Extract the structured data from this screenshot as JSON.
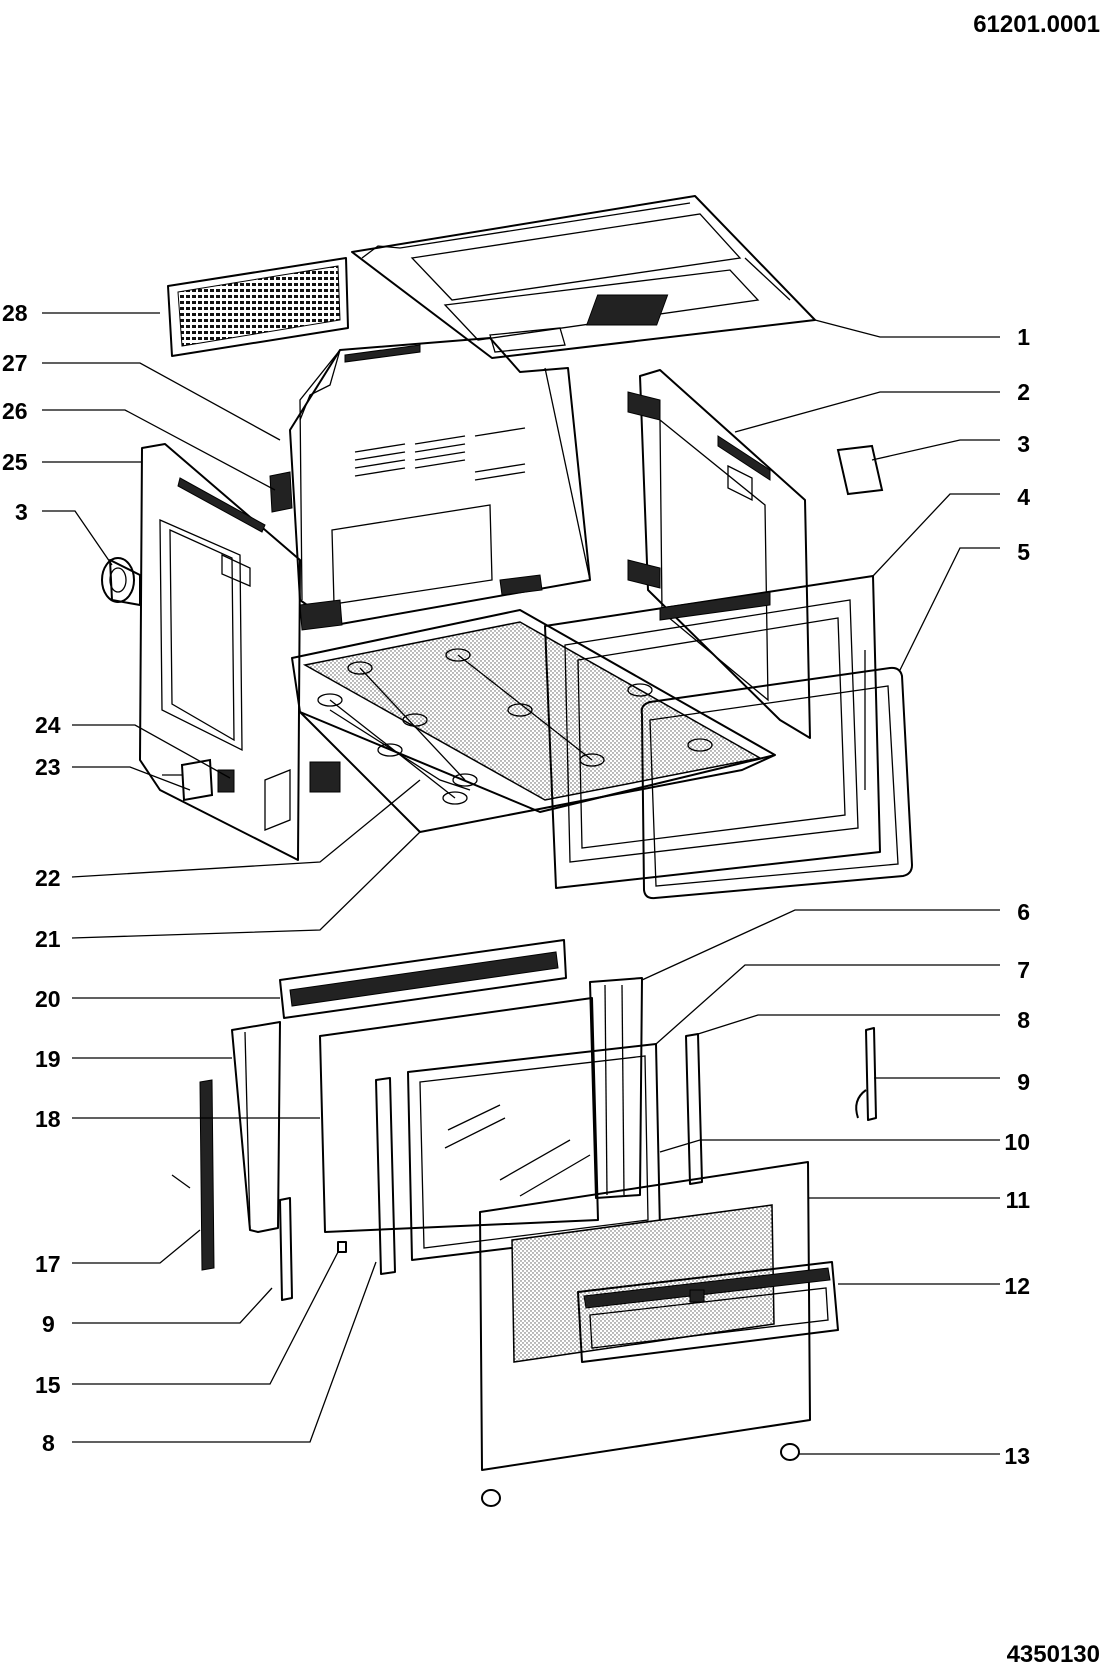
{
  "header": {
    "drawing_code": "61201.0001",
    "footer_code": "4350130"
  },
  "callouts": {
    "c1": "1",
    "c2": "2",
    "c3a": "3",
    "c4": "4",
    "c5": "5",
    "c6a": "6",
    "c7": "7",
    "c8a": "8",
    "c9a": "9",
    "c10": "10",
    "c11": "11",
    "c12": "12",
    "c13": "13",
    "c28": "28",
    "c27": "27",
    "c26": "26",
    "c25": "25",
    "c3b": "3",
    "c24": "24",
    "c23": "23",
    "c22": "22",
    "c21": "21",
    "c20": "20",
    "c19": "19",
    "c18": "18",
    "c17": "17",
    "c9b": "9",
    "c15": "15",
    "c8b": "8"
  }
}
